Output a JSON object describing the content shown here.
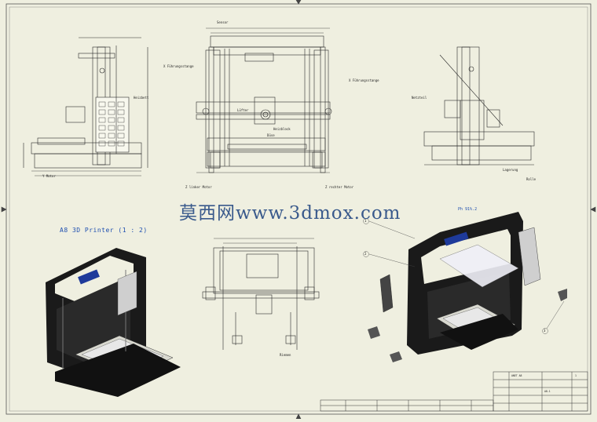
{
  "title": "A8 3D Printer (1 : 2)",
  "watermark": "莫西网www.3dmox.com",
  "detail_label": "Ph 91%.2",
  "labels": {
    "sensor": "Sensor",
    "x_fuehrung_links": "X Führungsstange",
    "x_fuehrung_rechts": "X Führungsstange",
    "luefter": "Lüfter",
    "heizblock": "Heizblock",
    "duese": "Düse",
    "heizbett": "Heizbett",
    "netzteil": "Netzteil",
    "y_motor": "Y Motor",
    "z_motor_links": "Z linker Motor",
    "z_motor_rechts": "Z rechter Motor",
    "lagerung": "Lagerung",
    "riemen": "Riemen",
    "rolle": "Rolle"
  },
  "callouts": [
    "1",
    "2",
    "3"
  ],
  "title_block": {
    "company": "ANET A8",
    "drawing_no": "A8-1",
    "sheet": "1"
  },
  "colors": {
    "paper": "#efefe0",
    "ink": "#2a2a2a",
    "accent": "#1e4fb0",
    "frame_black": "#1a1a1a"
  }
}
